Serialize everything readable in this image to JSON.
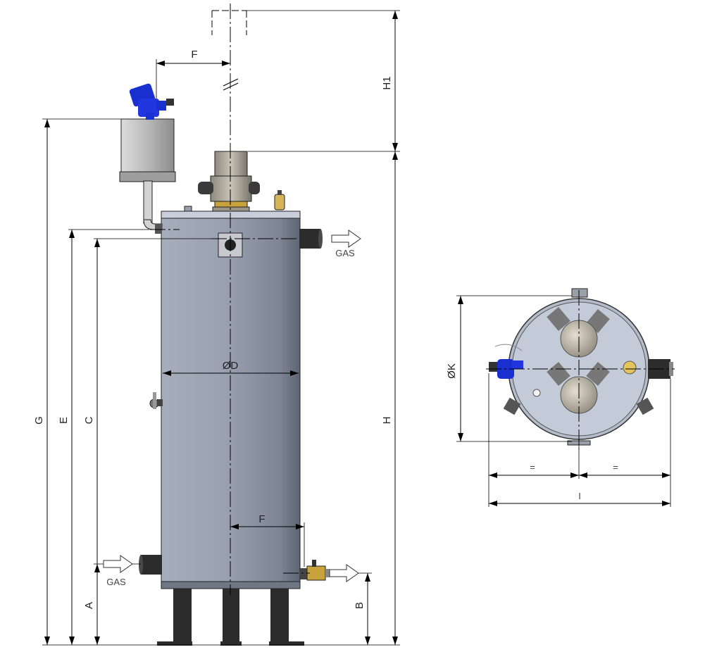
{
  "labels": {
    "g": "G",
    "e": "E",
    "c": "C",
    "a": "A",
    "h": "H",
    "h1": "H1",
    "b": "B",
    "f_top": "F",
    "f_bottom": "F",
    "d": "ØD",
    "k": "ØK",
    "i": "I",
    "eq_left": "=",
    "eq_right": "=",
    "gas_out": "GAS",
    "gas_in": "GAS"
  },
  "colors": {
    "tank_body": "#8f97a6",
    "tank_light": "#b8bfcc",
    "tank_dark": "#6a7180",
    "legs": "#2c2c2c",
    "valve_blue": "#1a2fd0",
    "brass": "#c8a23a",
    "steel": "#a9a9a9",
    "top_plate": "#c8cfdb"
  },
  "icons": {
    "arrow": "outline-arrow-icon",
    "level_gauge": "blue-level-transmitter-icon"
  }
}
